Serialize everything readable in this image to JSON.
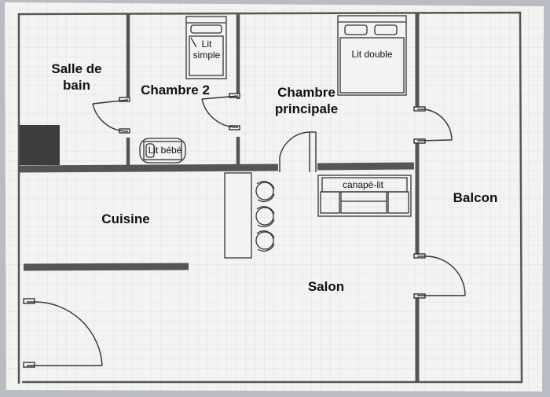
{
  "colors": {
    "paper": "#f3f3f1",
    "background": "#b9bcc3",
    "grid": "#d9dce3",
    "wall": "#555555",
    "line": "#333333",
    "block": "#3d3d3d"
  },
  "rooms": {
    "salle_de_bain": "Salle de\nbain",
    "chambre_2": "Chambre 2",
    "chambre_principale": "Chambre\nprincipale",
    "cuisine": "Cuisine",
    "salon": "Salon",
    "balcon": "Balcon"
  },
  "furniture": {
    "lit_simple": "Lit\nsimple",
    "lit_double": "Lit double",
    "lit_bebe": "Lit bébé",
    "canape_lit": "canapé-lit"
  }
}
